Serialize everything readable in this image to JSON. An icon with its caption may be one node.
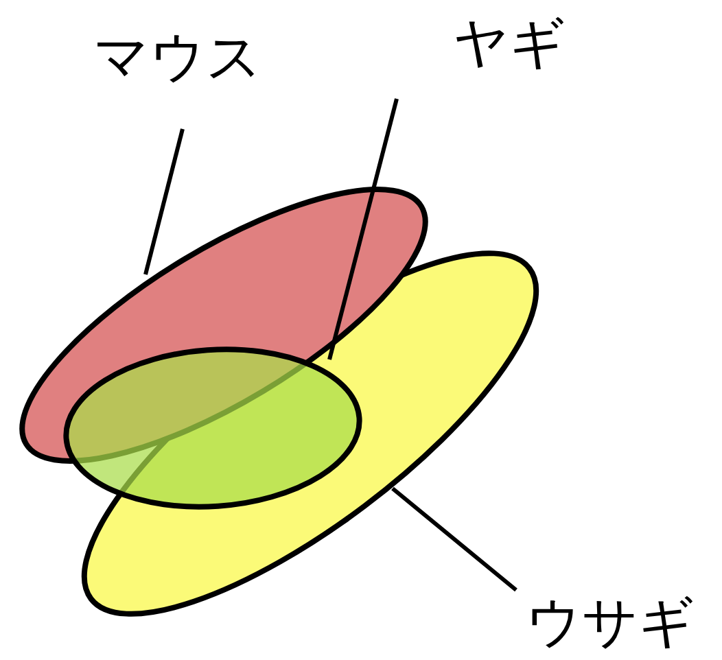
{
  "diagram": {
    "nodes": [
      {
        "text": [
          "マウス"
        ]
      },
      {
        "text": [
          "ヤギ"
        ]
      },
      {
        "text": [
          "ウサギ"
        ]
      },
      {
        "text": [],
        "shape": "ellipse"
      },
      {
        "text": [],
        "shape": "ellipse"
      },
      {
        "text": [],
        "shape": "ellipse"
      }
    ],
    "edges": [
      {
        "from": 0,
        "to": 3,
        "arrow": "none"
      },
      {
        "from": 1,
        "to": 5,
        "arrow": "none"
      },
      {
        "from": 2,
        "to": 4,
        "arrow": "none"
      }
    ]
  }
}
